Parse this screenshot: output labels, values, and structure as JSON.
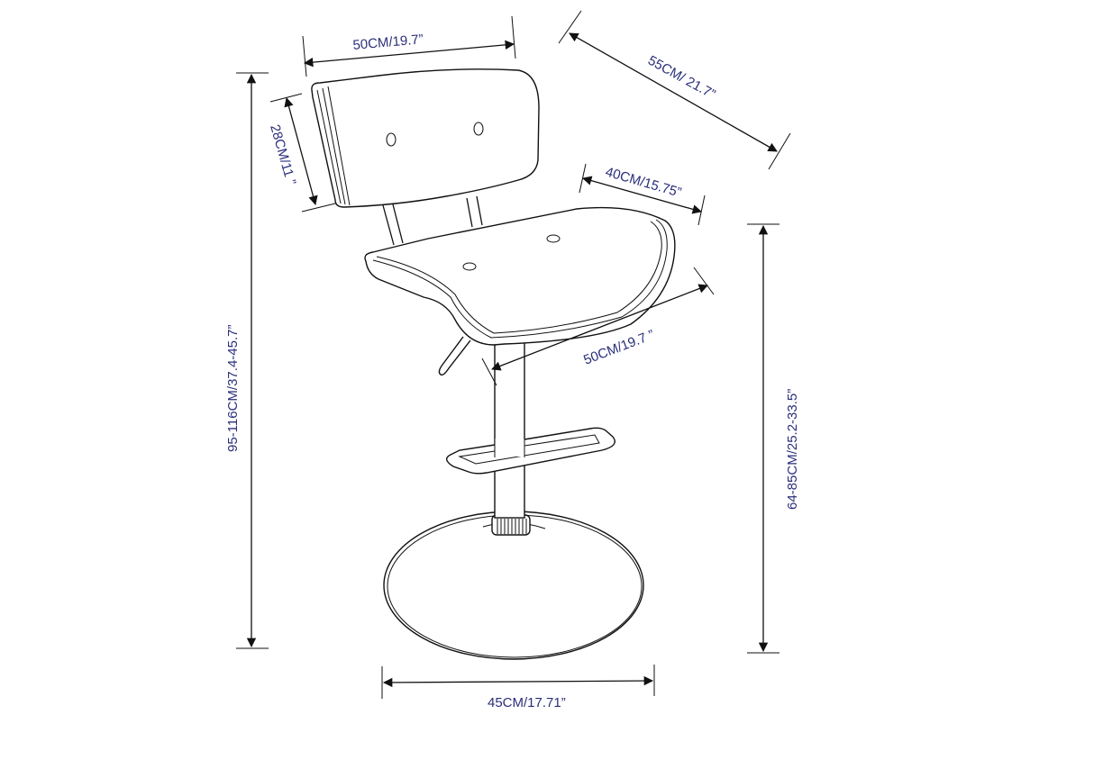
{
  "diagram": {
    "subject": "Adjustable bar stool with backrest, footrest and round base",
    "label_color": "#2b2f7a",
    "line_color": "#111111",
    "background": "#ffffff",
    "dimensions": {
      "backrest_width": "50CM/19.7”",
      "overall_depth": "55CM/ 21.7”",
      "backrest_height": "28CM/11 ”",
      "seat_depth": "40CM/15.75”",
      "seat_width": "50CM/19.7 ”",
      "overall_height": "95-116CM/37.4-45.7”",
      "seat_height": "64-85CM/25.2-33.5”",
      "base_diameter": "45CM/17.71”"
    },
    "parts": [
      "backrest",
      "backrest-supports",
      "seat",
      "gas-lift-lever",
      "column",
      "footrest-ring",
      "height-adjust-collar",
      "round-base"
    ]
  }
}
